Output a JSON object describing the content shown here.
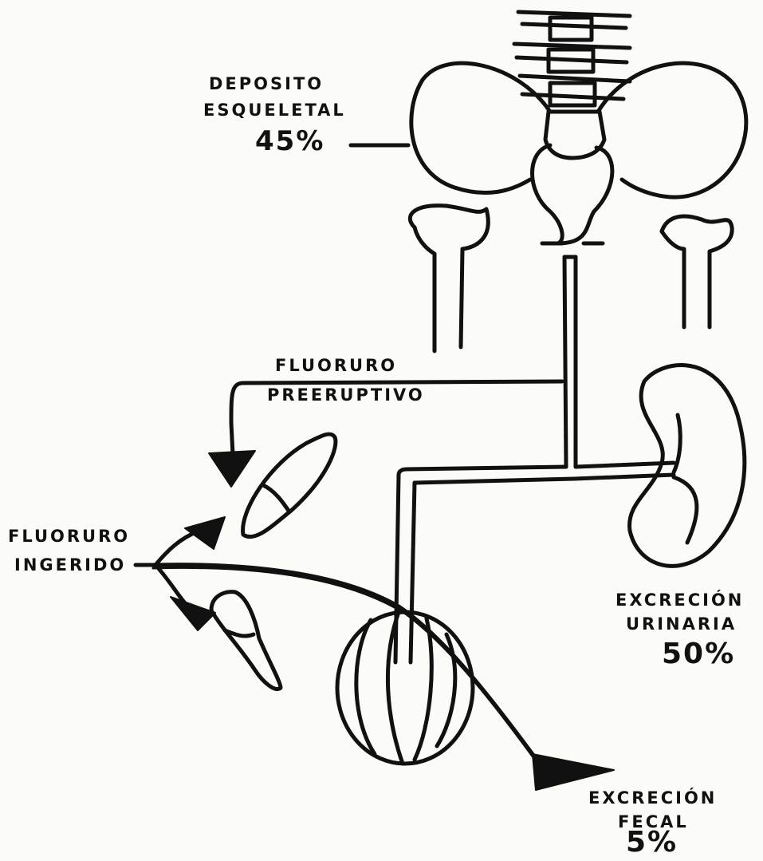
{
  "labels": {
    "skeletal": {
      "line1": "Deposito",
      "line2": "esqueletal",
      "percent": "45%"
    },
    "pre_eruptive": {
      "line1": "Fluoruro",
      "line2": "preeruptivo"
    },
    "ingested": {
      "line1": "Fluoruro",
      "line2": "ingerido"
    },
    "urinary": {
      "line1": "Excreción",
      "line2": "urinaria",
      "percent": "50%"
    },
    "fecal": {
      "line1": "Excreción",
      "line2": "fecal",
      "percent": "5%"
    }
  },
  "colors": {
    "ink": "#111111",
    "paper": "#fbfbf7"
  }
}
